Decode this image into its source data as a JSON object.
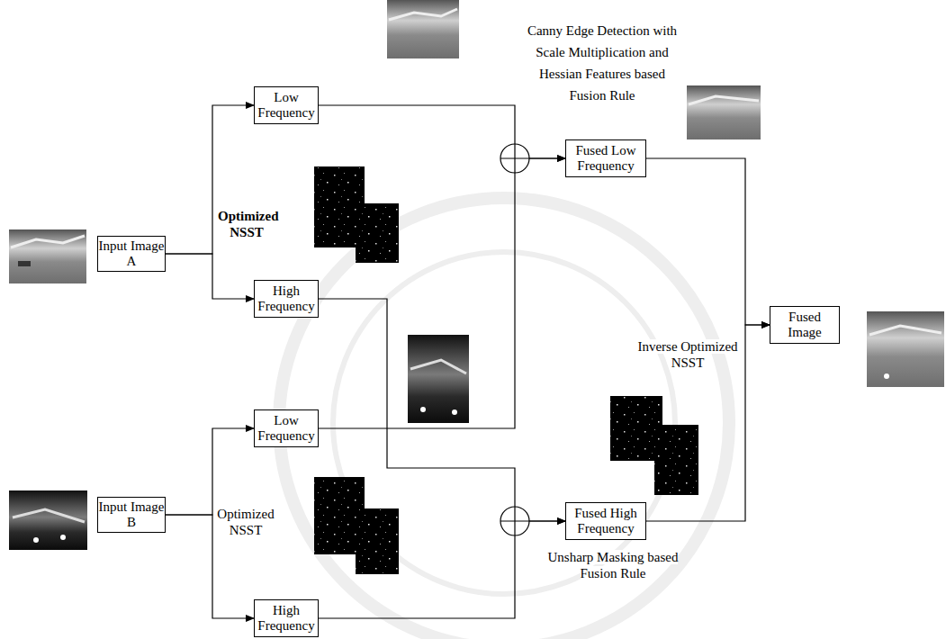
{
  "diagram": {
    "nodes": [
      {
        "text": [
          "Input Image A"
        ]
      },
      {
        "text": [
          "Low Frequency"
        ]
      },
      {
        "text": [
          "High Frequency"
        ]
      },
      {
        "text": [
          "Input Image B"
        ]
      },
      {
        "text": [
          "Low Frequency"
        ]
      },
      {
        "text": [
          "High Frequency"
        ]
      },
      {
        "text": [
          "Fused Low Frequency"
        ]
      },
      {
        "text": [
          "Fused High Frequency"
        ]
      },
      {
        "text": [
          "Fused Image"
        ]
      }
    ],
    "edges": [
      {
        "from": 0,
        "to": 1,
        "arrow": "to"
      },
      {
        "from": 0,
        "to": 2,
        "arrow": "to"
      },
      {
        "from": 3,
        "to": 4,
        "arrow": "to"
      },
      {
        "from": 3,
        "to": 5,
        "arrow": "to"
      },
      {
        "from": 1,
        "to": 6,
        "arrow": "to"
      },
      {
        "from": 4,
        "to": 6,
        "arrow": "to"
      },
      {
        "from": 2,
        "to": 7,
        "arrow": "to"
      },
      {
        "from": 5,
        "to": 7,
        "arrow": "to"
      },
      {
        "from": 6,
        "to": 8,
        "arrow": "to"
      },
      {
        "from": 7,
        "to": 8,
        "arrow": "to"
      }
    ],
    "labels": [
      "Optimized NSST",
      "Optimized NSST",
      "Canny Edge Detection with Scale Multiplication and Hessian Features based Fusion Rule",
      "Unsharp Masking based Fusion Rule",
      "Inverse Optimized NSST"
    ]
  }
}
